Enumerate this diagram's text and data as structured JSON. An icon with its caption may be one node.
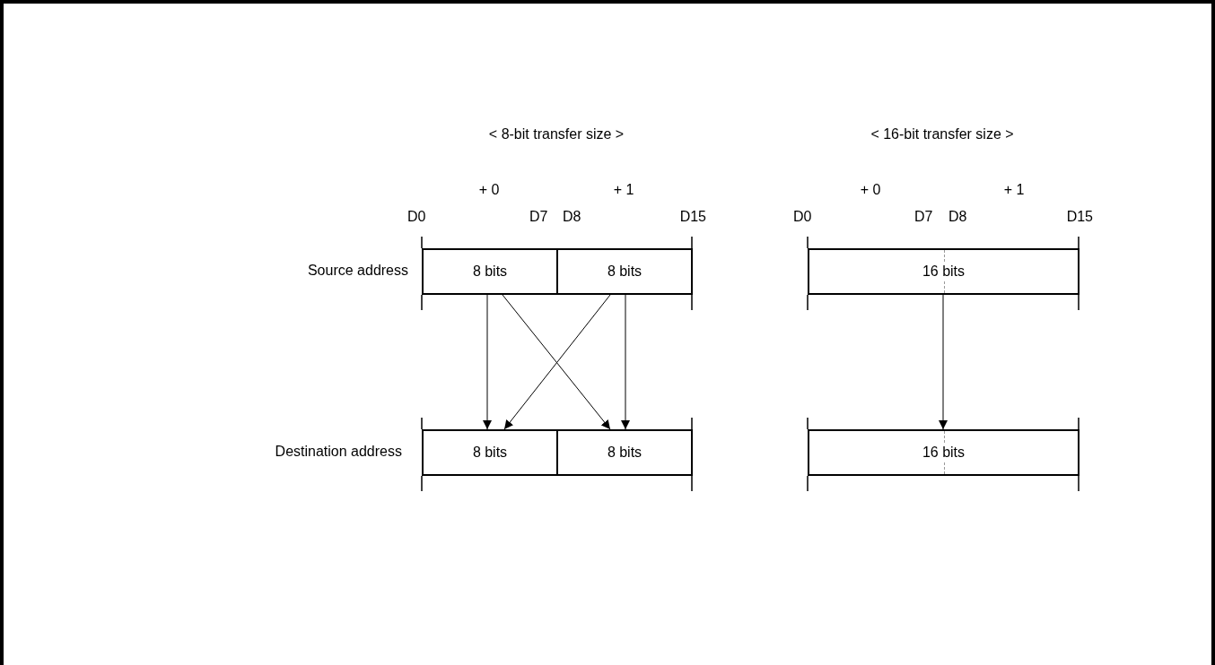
{
  "diagram": {
    "nodes": [
      {
        "text": [
          "8 bits"
        ],
        "beside": [
          "D0",
          "D7"
        ]
      },
      {
        "text": [
          "8 bits"
        ],
        "beside": [
          "D8",
          "D15"
        ]
      },
      {
        "text": [
          "16 bits"
        ],
        "beside": [
          "D0",
          "D7",
          "D8",
          "D15"
        ]
      },
      {
        "text": [
          "8 bits"
        ]
      },
      {
        "text": [
          "8 bits"
        ]
      },
      {
        "text": [
          "16 bits"
        ]
      }
    ],
    "edges": [
      {
        "from": 0,
        "to": 3,
        "arrow": "to"
      },
      {
        "from": 0,
        "to": 4,
        "arrow": "to"
      },
      {
        "from": 1,
        "to": 3,
        "arrow": "to"
      },
      {
        "from": 1,
        "to": 4,
        "arrow": "to"
      },
      {
        "from": 2,
        "to": 5,
        "arrow": "to"
      }
    ],
    "labels": [
      "< 8-bit transfer size >",
      "< 16-bit transfer size >",
      "+ 0",
      "+ 1",
      "+ 0",
      "+ 1",
      "Source address",
      "Destination address"
    ]
  }
}
